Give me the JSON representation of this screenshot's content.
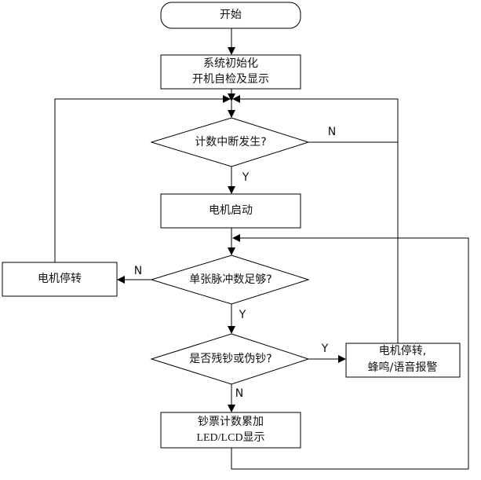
{
  "flowchart": {
    "start": "开始",
    "init": [
      "系统初始化",
      "开机自检及显示"
    ],
    "decision_count_interrupt": "计数中断发生?",
    "motor_start": "电机启动",
    "decision_pulses": "单张脉冲数足够?",
    "motor_stop": "电机停转",
    "decision_counterfeit": "是否残钞或伪钞?",
    "alarm": [
      "电机停转,",
      "蜂鸣/语音报警"
    ],
    "accumulate": [
      "钞票计数累加",
      "LED/LCD显示"
    ],
    "labels": {
      "n1": "N",
      "y1": "Y",
      "n2": "N",
      "y2": "Y",
      "y3": "Y",
      "n3": "N"
    }
  }
}
